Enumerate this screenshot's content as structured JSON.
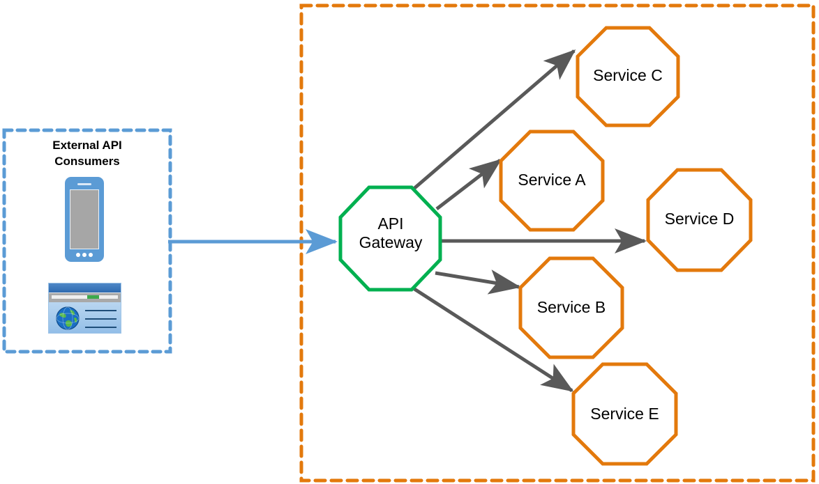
{
  "diagram": {
    "title": "API Gateway Microservices Diagram",
    "colors": {
      "consumer_group_border": "#5B9BD5",
      "services_group_border": "#E3790C",
      "gateway_border": "#00B050",
      "service_border": "#E3790C",
      "consumer_arrow": "#5B9BD5",
      "service_arrow": "#595959",
      "node_fill": "#FFFFFF",
      "text": "#000000"
    }
  },
  "consumer_group": {
    "name": "external-api-consumers-group",
    "title": "External API\nConsumers",
    "border_style": "dashed",
    "icons": [
      {
        "name": "mobile-phone-icon",
        "label": "mobile phone"
      },
      {
        "name": "web-browser-icon",
        "label": "web browser"
      }
    ]
  },
  "services_group": {
    "name": "services-boundary-group",
    "border_style": "dashed"
  },
  "gateway": {
    "name": "api-gateway-node",
    "label": "API\nGateway",
    "shape": "octagon",
    "border_color": "#00B050"
  },
  "services": [
    {
      "id": "service-c",
      "label": "Service C",
      "shape": "octagon"
    },
    {
      "id": "service-a",
      "label": "Service A",
      "shape": "octagon"
    },
    {
      "id": "service-d",
      "label": "Service D",
      "shape": "octagon"
    },
    {
      "id": "service-b",
      "label": "Service B",
      "shape": "octagon"
    },
    {
      "id": "service-e",
      "label": "Service E",
      "shape": "octagon"
    }
  ],
  "connections": [
    {
      "id": "consumers-to-gateway",
      "from": "External API Consumers",
      "to": "API Gateway",
      "color": "#5B9BD5"
    },
    {
      "id": "gateway-to-service-c",
      "from": "API Gateway",
      "to": "Service C",
      "color": "#595959"
    },
    {
      "id": "gateway-to-service-a",
      "from": "API Gateway",
      "to": "Service A",
      "color": "#595959"
    },
    {
      "id": "gateway-to-service-d",
      "from": "API Gateway",
      "to": "Service D",
      "color": "#595959"
    },
    {
      "id": "gateway-to-service-b",
      "from": "API Gateway",
      "to": "Service B",
      "color": "#595959"
    },
    {
      "id": "gateway-to-service-e",
      "from": "API Gateway",
      "to": "Service E",
      "color": "#595959"
    }
  ]
}
